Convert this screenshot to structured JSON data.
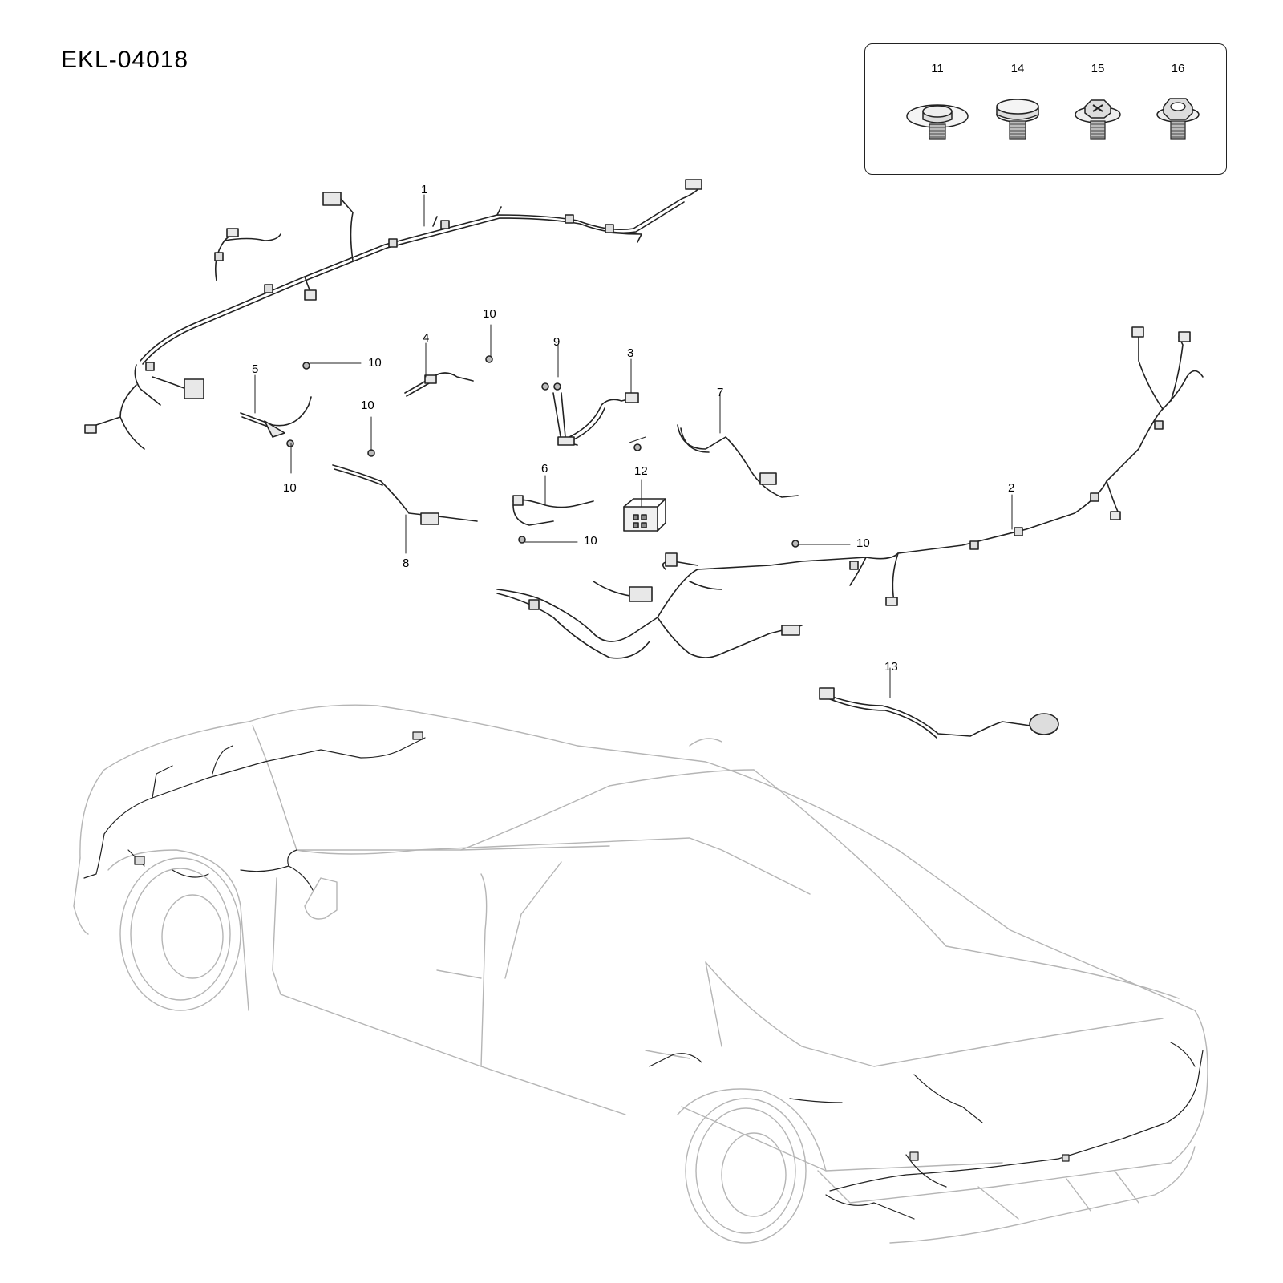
{
  "diagram_code": "EKL-04018",
  "fasteners": [
    {
      "number": "11",
      "icon": "flange-hex-bolt-washer-icon"
    },
    {
      "number": "14",
      "icon": "round-head-bolt-icon"
    },
    {
      "number": "15",
      "icon": "cross-head-flange-bolt-icon"
    },
    {
      "number": "16",
      "icon": "hex-flange-nut-bolt-icon"
    }
  ],
  "callouts": {
    "c1": "1",
    "c2": "2",
    "c3": "3",
    "c4": "4",
    "c5": "5",
    "c6": "6",
    "c7": "7",
    "c8": "8",
    "c9": "9",
    "c10a": "10",
    "c10b": "10",
    "c10c": "10",
    "c10d": "10",
    "c10e": "10",
    "c10f": "10",
    "c12": "12",
    "c13": "13"
  }
}
